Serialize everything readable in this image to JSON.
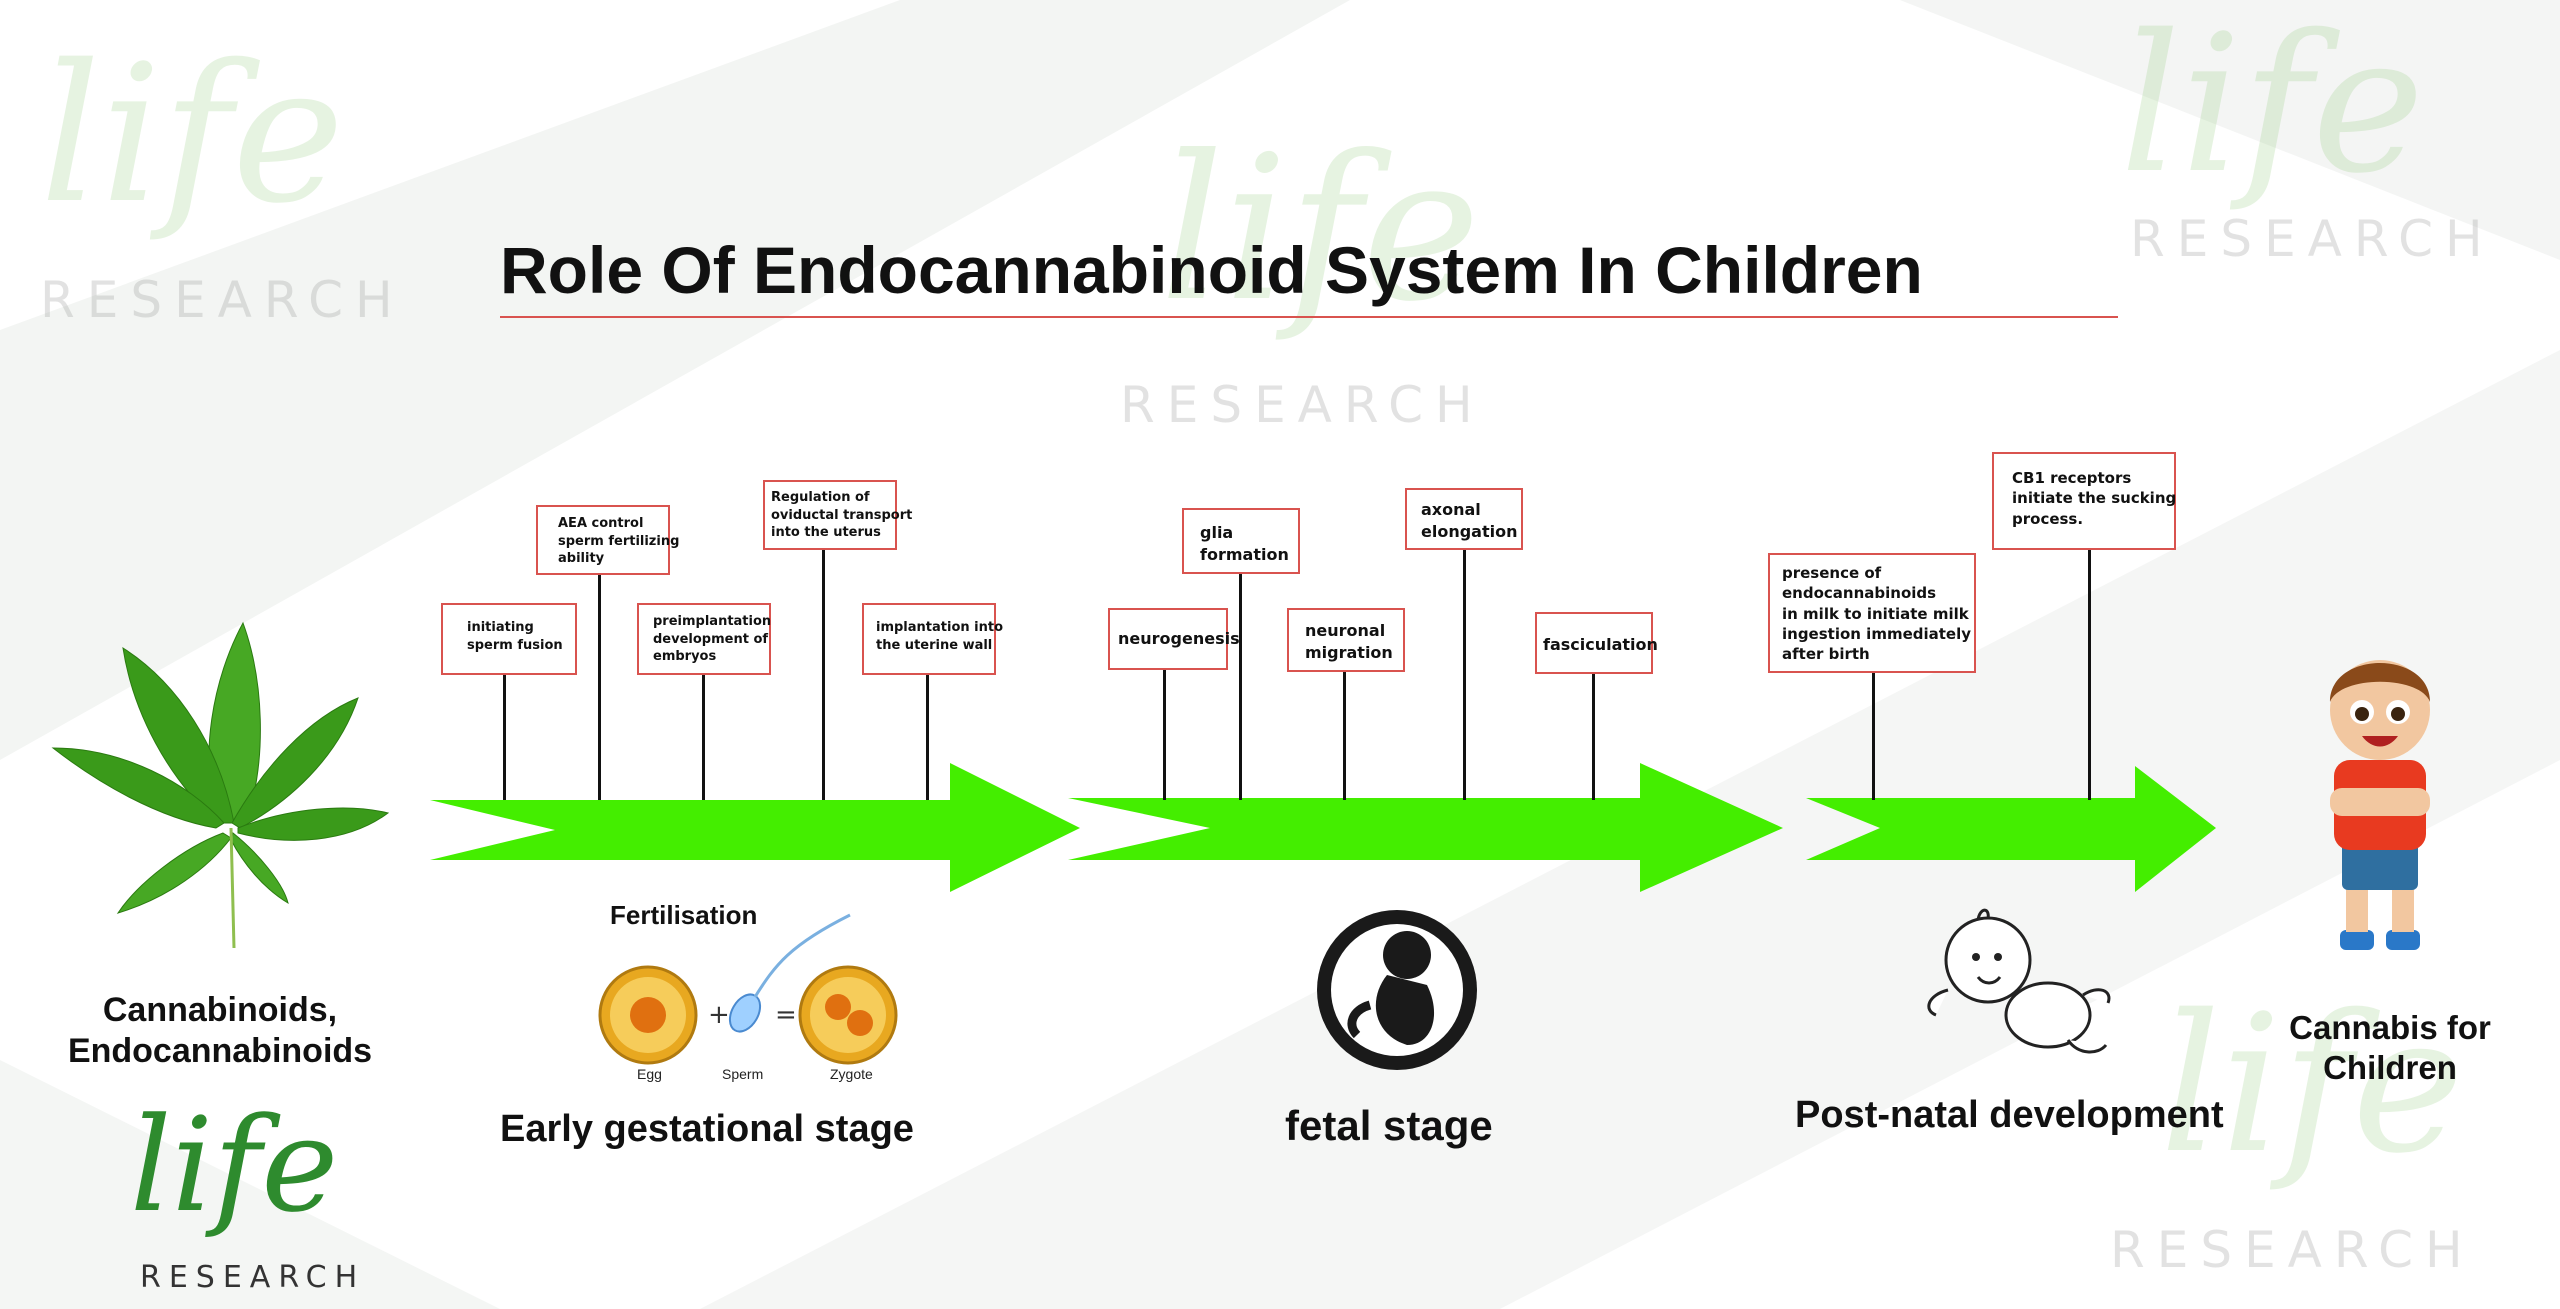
{
  "title": "Role Of Endocannabinoid System In Children",
  "watermark": {
    "life": "life",
    "research": "RESEARCH"
  },
  "left": {
    "label": "Cannabinoids,\nEndocannabinoids"
  },
  "right": {
    "label": "Cannabis for\nChildren"
  },
  "logo": {
    "life": "life",
    "research": "RESEARCH"
  },
  "stages": [
    {
      "name": "Early gestational stage",
      "subtitle": "Fertilisation",
      "icons": [
        "egg-icon",
        "sperm-icon",
        "zygote-icon"
      ],
      "icon_labels": [
        "Egg",
        "Sperm",
        "Zygote"
      ],
      "events": [
        "initiating\nsperm fusion",
        "AEA control\nsperm fertilizing\nability",
        "preimplantation\ndevelopment of\nembryos",
        "Regulation of\noviductal transport\ninto the uterus",
        "implantation into\nthe uterine wall"
      ]
    },
    {
      "name": "fetal stage",
      "icons": [
        "fetus-icon"
      ],
      "events": [
        "neurogenesis",
        "glia\nformation",
        "neuronal\nmigration",
        "axonal\nelongation",
        "fasciculation"
      ]
    },
    {
      "name": "Post-natal development",
      "icons": [
        "baby-icon"
      ],
      "events": [
        "presence of\nendocannabinoids\nin milk to initiate milk\ningestion immediately\nafter birth",
        "CB1 receptors\ninitiate the sucking\nprocess."
      ]
    }
  ],
  "colors": {
    "arrow": "#44ee00",
    "label_border": "#d9534f",
    "leaf": "#3a9a1a"
  }
}
